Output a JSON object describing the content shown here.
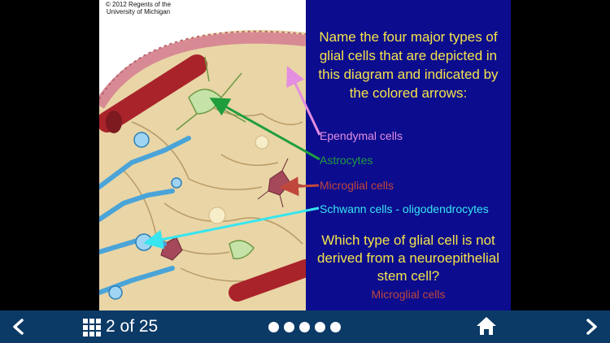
{
  "slide": {
    "copyright": "© 2012 Regents of the University of Michigan",
    "question1": "Name the four major types of glial cells that are depicted in this diagram and indicated by the colored arrows:",
    "answers": [
      {
        "label": "Ependymal cells",
        "color": "#e38ee0"
      },
      {
        "label": "Astrocytes",
        "color": "#1f9e3c"
      },
      {
        "label": "Microglial cells",
        "color": "#c0473c"
      },
      {
        "label": "Schwann cells - oligodendrocytes",
        "color": "#37e6f0"
      }
    ],
    "question2": "Which type of glial cell is not derived from a neuroepithelial stem cell?",
    "answer2": "Microglial cells"
  },
  "nav": {
    "counter": "2 of 25",
    "page_dots": 5,
    "icons": {
      "prev": "chevron-left-icon",
      "grid": "grid-icon",
      "home": "home-icon",
      "next": "chevron-right-icon"
    }
  },
  "colors": {
    "panel_bg": "#0c0c8f",
    "bar_bg": "#0c3a66",
    "question_text": "#f4e34a"
  }
}
